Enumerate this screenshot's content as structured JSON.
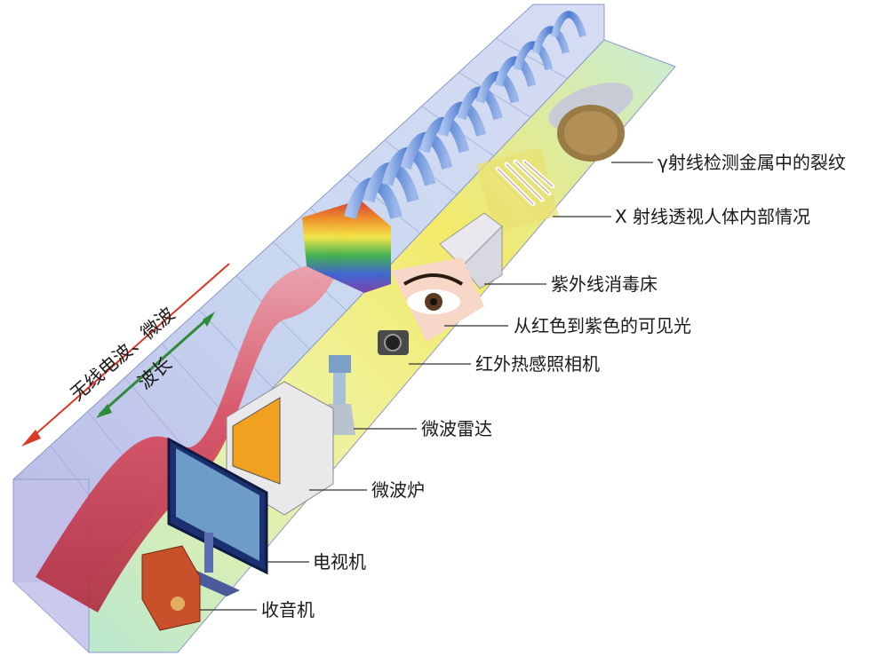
{
  "left_labels": {
    "band_range": "无线电波、微波",
    "wavelength": "波长"
  },
  "callouts": [
    {
      "id": "gamma",
      "text": "γ射线检测金属中的裂纹"
    },
    {
      "id": "xray",
      "text": "X 射线透视人体内部情况"
    },
    {
      "id": "uv",
      "text": "紫外线消毒床"
    },
    {
      "id": "visible",
      "text": "从红色到紫色的可见光"
    },
    {
      "id": "infrared",
      "text": "红外热感照相机"
    },
    {
      "id": "radar",
      "text": "微波雷达"
    },
    {
      "id": "oven",
      "text": "微波炉"
    },
    {
      "id": "tv",
      "text": "电视机"
    },
    {
      "id": "radio",
      "text": "收音机"
    }
  ],
  "colors": {
    "wave_red": "#d94a5c",
    "wave_blue": "#5a86d6",
    "arrow_red": "#d83a2a",
    "arrow_green": "#2f8a3c",
    "box_side": "#b8c6e8",
    "box_top": "#dfe6f5",
    "floor_yellow": "#f2e85a",
    "floor_green": "#b9e7cf"
  }
}
